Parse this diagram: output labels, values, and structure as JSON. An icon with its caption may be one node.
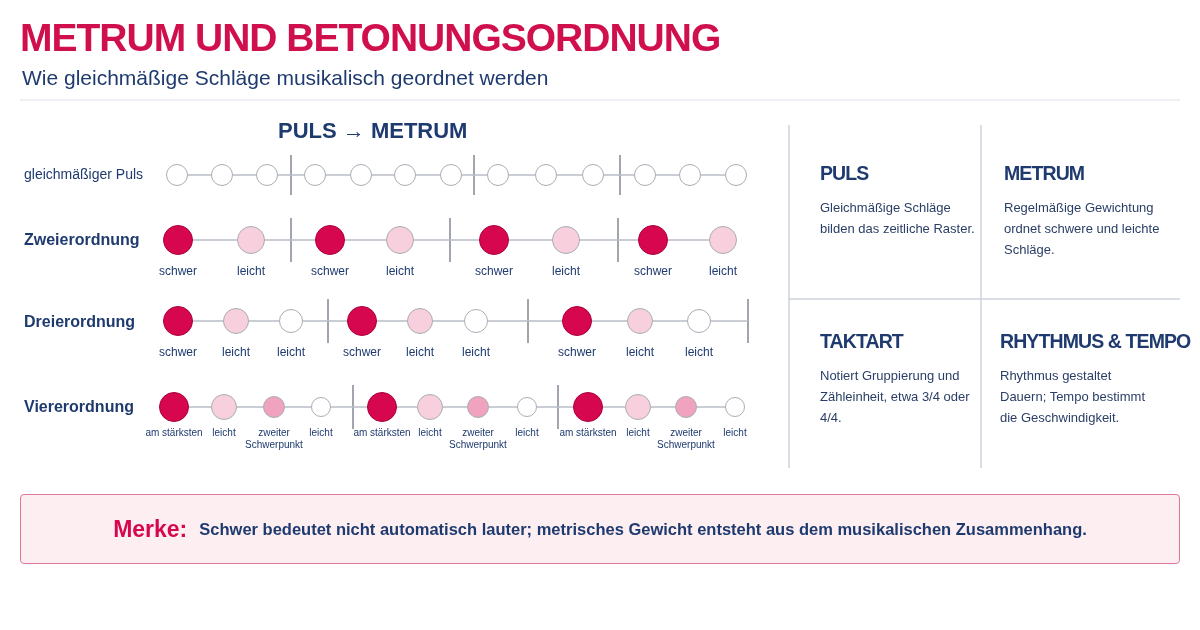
{
  "diagram": {
    "title": "METRUM UND BETONUNGSORDNUNG",
    "nodes": [
      {
        "text": [],
        "shape": "circle"
      },
      {
        "text": [],
        "shape": "circle"
      },
      {
        "text": [],
        "shape": "circle"
      },
      {
        "text": [],
        "shape": "circle"
      },
      {
        "text": [],
        "shape": "circle"
      },
      {
        "text": [],
        "shape": "circle"
      },
      {
        "text": [],
        "shape": "circle"
      },
      {
        "text": [],
        "shape": "circle"
      },
      {
        "text": [],
        "shape": "circle"
      },
      {
        "text": [],
        "shape": "circle"
      },
      {
        "text": [],
        "shape": "circle"
      },
      {
        "text": [],
        "shape": "circle"
      },
      {
        "text": [],
        "shape": "circle"
      },
      {
        "text": [],
        "shape": "circle",
        "beside": [
          "schwer"
        ]
      },
      {
        "text": [],
        "shape": "circle",
        "beside": [
          "leicht"
        ]
      },
      {
        "text": [],
        "shape": "circle",
        "beside": [
          "schwer"
        ]
      },
      {
        "text": [],
        "shape": "circle",
        "beside": [
          "leicht"
        ]
      },
      {
        "text": [],
        "shape": "circle",
        "beside": [
          "schwer"
        ]
      },
      {
        "text": [],
        "shape": "circle",
        "beside": [
          "leicht"
        ]
      },
      {
        "text": [],
        "shape": "circle",
        "beside": [
          "schwer"
        ]
      },
      {
        "text": [],
        "shape": "circle",
        "beside": [
          "leicht"
        ]
      },
      {
        "text": [],
        "shape": "circle",
        "beside": [
          "schwer"
        ]
      },
      {
        "text": [],
        "shape": "circle",
        "beside": [
          "leicht"
        ]
      },
      {
        "text": [],
        "shape": "circle",
        "beside": [
          "leicht"
        ]
      },
      {
        "text": [],
        "shape": "circle",
        "beside": [
          "schwer"
        ]
      },
      {
        "text": [],
        "shape": "circle",
        "beside": [
          "leicht"
        ]
      },
      {
        "text": [],
        "shape": "circle",
        "beside": [
          "leicht"
        ]
      },
      {
        "text": [],
        "shape": "circle",
        "beside": [
          "schwer"
        ]
      },
      {
        "text": [],
        "shape": "circle",
        "beside": [
          "leicht"
        ]
      },
      {
        "text": [],
        "shape": "circle",
        "beside": [
          "leicht"
        ]
      },
      {
        "text": [],
        "shape": "circle",
        "beside": [
          "am stärksten"
        ]
      },
      {
        "text": [],
        "shape": "circle",
        "beside": [
          "leicht"
        ]
      },
      {
        "text": [],
        "shape": "circle",
        "beside": [
          "zweiter Schwerpunkt"
        ]
      },
      {
        "text": [],
        "shape": "circle",
        "beside": [
          "leicht"
        ]
      },
      {
        "text": [],
        "shape": "circle",
        "beside": [
          "am stärksten"
        ]
      },
      {
        "text": [],
        "shape": "circle",
        "beside": [
          "leicht"
        ]
      },
      {
        "text": [],
        "shape": "circle",
        "beside": [
          "zweiter Schwerpunkt"
        ]
      },
      {
        "text": [],
        "shape": "circle",
        "beside": [
          "leicht"
        ]
      },
      {
        "text": [],
        "shape": "circle",
        "beside": [
          "am stärksten"
        ]
      },
      {
        "text": [],
        "shape": "circle",
        "beside": [
          "leicht"
        ]
      },
      {
        "text": [],
        "shape": "circle",
        "beside": [
          "zweiter Schwerpunkt"
        ]
      },
      {
        "text": [],
        "shape": "circle",
        "beside": [
          "leicht"
        ]
      },
      {
        "text": [
          "PULS",
          "Gleichmäßige Schläge bilden das zeitliche Raster."
        ]
      },
      {
        "text": [
          "METRUM",
          "Regelmäßige Gewichtung ordnet schwere und leichte Schläge."
        ]
      },
      {
        "text": [
          "TAKTART",
          "Notiert Gruppierung und Zähleinheit, etwa 3/4 oder 4/4."
        ]
      },
      {
        "text": [
          "RHYTHMUS & TEMPO",
          "Rhythmus gestaltet Dauern; Tempo bestimmt die Geschwindigkeit."
        ]
      },
      {
        "text": [
          "Merke:",
          "Schwer bedeutet nicht automatisch lauter; metrisches Gewicht entsteht aus dem musikalischen Zusammenhang."
        ]
      }
    ],
    "edges": [
      {
        "from": 0,
        "to": 1,
        "arrow": "none"
      },
      {
        "from": 1,
        "to": 2,
        "arrow": "none"
      },
      {
        "from": 2,
        "to": 3,
        "arrow": "none"
      },
      {
        "from": 3,
        "to": 4,
        "arrow": "none"
      },
      {
        "from": 4,
        "to": 5,
        "arrow": "none"
      },
      {
        "from": 5,
        "to": 6,
        "arrow": "none"
      },
      {
        "from": 6,
        "to": 7,
        "arrow": "none"
      },
      {
        "from": 7,
        "to": 8,
        "arrow": "none"
      },
      {
        "from": 8,
        "to": 9,
        "arrow": "none"
      },
      {
        "from": 9,
        "to": 10,
        "arrow": "none"
      },
      {
        "from": 10,
        "to": 11,
        "arrow": "none"
      },
      {
        "from": 11,
        "to": 12,
        "arrow": "none"
      },
      {
        "from": 13,
        "to": 14,
        "arrow": "none"
      },
      {
        "from": 14,
        "to": 15,
        "arrow": "none"
      },
      {
        "from": 15,
        "to": 16,
        "arrow": "none"
      },
      {
        "from": 16,
        "to": 17,
        "arrow": "none"
      },
      {
        "from": 17,
        "to": 18,
        "arrow": "none"
      },
      {
        "from": 18,
        "to": 19,
        "arrow": "none"
      },
      {
        "from": 19,
        "to": 20,
        "arrow": "none"
      },
      {
        "from": 21,
        "to": 22,
        "arrow": "none"
      },
      {
        "from": 22,
        "to": 23,
        "arrow": "none"
      },
      {
        "from": 23,
        "to": 24,
        "arrow": "none"
      },
      {
        "from": 24,
        "to": 25,
        "arrow": "none"
      },
      {
        "from": 25,
        "to": 26,
        "arrow": "none"
      },
      {
        "from": 26,
        "to": 27,
        "arrow": "none"
      },
      {
        "from": 27,
        "to": 28,
        "arrow": "none"
      },
      {
        "from": 28,
        "to": 29,
        "arrow": "none"
      },
      {
        "from": 30,
        "to": 31,
        "arrow": "none"
      },
      {
        "from": 31,
        "to": 32,
        "arrow": "none"
      },
      {
        "from": 32,
        "to": 33,
        "arrow": "none"
      },
      {
        "from": 33,
        "to": 34,
        "arrow": "none"
      },
      {
        "from": 34,
        "to": 35,
        "arrow": "none"
      },
      {
        "from": 35,
        "to": 36,
        "arrow": "none"
      },
      {
        "from": 36,
        "to": 37,
        "arrow": "none"
      },
      {
        "from": 37,
        "to": 38,
        "arrow": "none"
      },
      {
        "from": 38,
        "to": 39,
        "arrow": "none"
      },
      {
        "from": 39,
        "to": 40,
        "arrow": "none"
      },
      {
        "from": 40,
        "to": 41,
        "arrow": "none"
      }
    ],
    "labels": [
      "Wie gleichmäßige Schläge musikalisch geordnet werden",
      "PULS → METRUM",
      "gleichmäßiger Puls",
      "Zweierordnung",
      "Dreierordnung",
      "Viererordnung"
    ]
  }
}
